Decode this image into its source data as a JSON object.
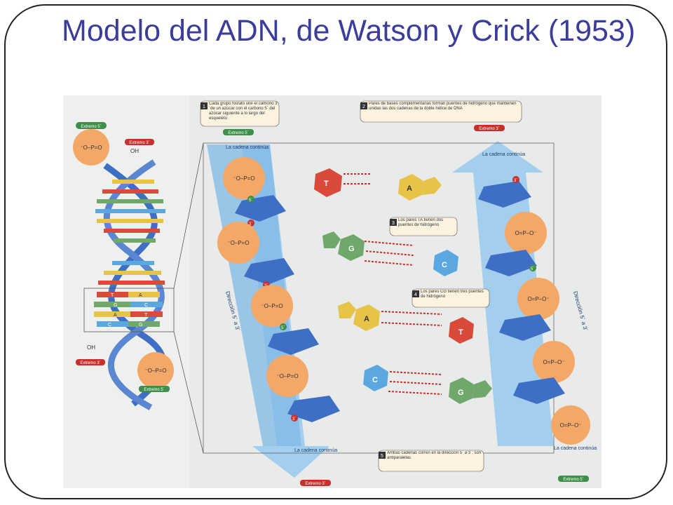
{
  "slide": {
    "title": "Modelo del ADN, de Watson y Crick (1953)"
  },
  "colors": {
    "title": "#3b3d9a",
    "phosphate": "#f4a868",
    "sugar": "#3f6fc4",
    "thymine": "#d94a3a",
    "adenine": "#e8c34a",
    "guanine": "#6fa86a",
    "cytosine": "#5ba8e0",
    "strand_arrow": "#8fc3ea",
    "callout_box": "#fbf3df"
  },
  "labels": {
    "extremo5_top": "Extremo 5´",
    "extremo3_top": "Extremo 3´",
    "oh_top": "OH",
    "oh_bottom": "OH",
    "extremo3_bottom": "Extremo 3´",
    "extremo5_bottom": "Extremo 5´",
    "extremo5_mid": "Extremo 5´",
    "extremo3_mid": "Extremo 3´",
    "extremo3_bottom_center": "Extremo 3´",
    "extremo5_bottom_right": "Extremo 5´",
    "cadena_left": "La cadena continúa",
    "cadena_right": "La cadena continúa",
    "cadena_left_bottom": "La cadena continúa",
    "cadena_right_bottom": "La cadena continúa",
    "direccion_left": "Dirección 5´ a 3´",
    "direccion_right": "Dirección 5´ a 3´",
    "three_prime": "3´",
    "five_prime": "5´",
    "helix_bases": [
      "T",
      "A",
      "G",
      "C",
      "A",
      "T",
      "C",
      "G"
    ]
  },
  "callouts": [
    {
      "num": "1",
      "text": "Cada grupo fosfato une el carbono 3´de un azúcar con el carbono 5´ del azúcar siguiente a lo largo del esqueleto"
    },
    {
      "num": "2",
      "text": "Pares de bases complementarias forman puentes de hidrógeno que mantienen unidas las dos cadenas de la doble hélice de DNA"
    },
    {
      "num": "3",
      "text": "Los pares TA tienen dos puentes de hidrógeno"
    },
    {
      "num": "4",
      "text": "Los pares CG tienen tres puentes de hidrógeno"
    },
    {
      "num": "5",
      "text": "Ambas cadenas corren en la dirección 5´ a 3´; son antiparalelas"
    }
  ],
  "bases": {
    "T": "T",
    "A": "A",
    "G": "G",
    "C": "C"
  },
  "phosphate_text": "O⁻–P=O",
  "hydroxyl": "OH"
}
